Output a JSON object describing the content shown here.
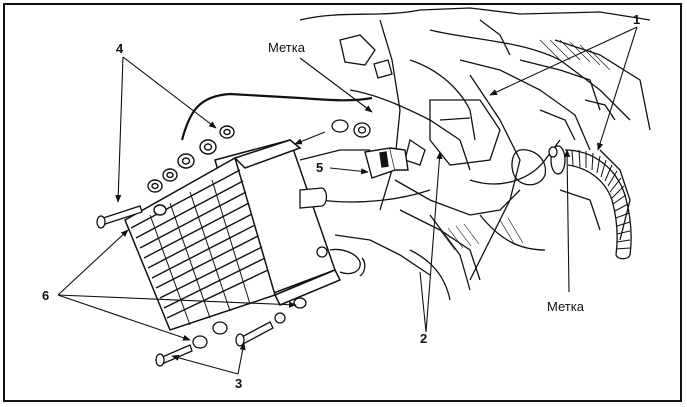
{
  "callouts": {
    "n1": "1",
    "n2": "2",
    "n3": "3",
    "n4": "4",
    "n5": "5",
    "n6": "6",
    "mark_top": "Метка",
    "mark_bottom": "Метка"
  },
  "colors": {
    "ink": "#111111",
    "paper": "#ffffff"
  }
}
